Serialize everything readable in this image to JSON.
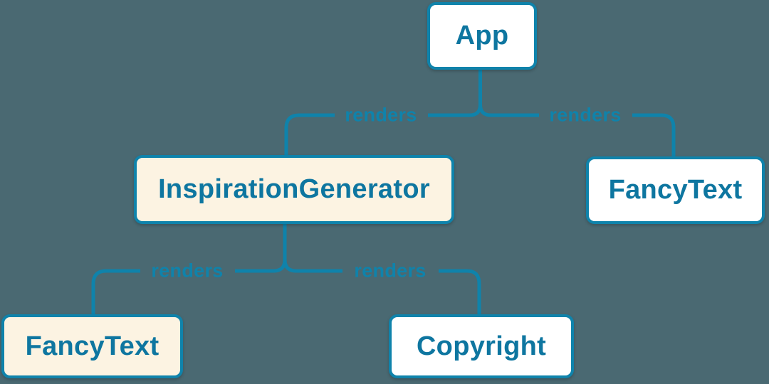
{
  "diagram": {
    "type": "component-render-tree",
    "nodes": [
      {
        "id": "app",
        "label": "App",
        "variant": "default"
      },
      {
        "id": "inspiration-generator",
        "label": "InspirationGenerator",
        "variant": "highlight"
      },
      {
        "id": "fancy-text-top",
        "label": "FancyText",
        "variant": "default"
      },
      {
        "id": "fancy-text-bottom",
        "label": "FancyText",
        "variant": "highlight"
      },
      {
        "id": "copyright",
        "label": "Copyright",
        "variant": "default"
      }
    ],
    "edges": [
      {
        "from": "App",
        "to": "InspirationGenerator",
        "label": "renders"
      },
      {
        "from": "App",
        "to": "FancyText (top)",
        "label": "renders"
      },
      {
        "from": "InspirationGenerator",
        "to": "FancyText (bottom)",
        "label": "renders"
      },
      {
        "from": "InspirationGenerator",
        "to": "Copyright",
        "label": "renders"
      }
    ],
    "colors": {
      "background": "#4a6972",
      "connector_line": "#0f83ab",
      "node_border": "#0f83ab",
      "node_text": "#0e76a0",
      "node_background_default": "#ffffff",
      "node_background_highlight": "#fcf3e2",
      "edge_label_text": "#0f83ab"
    }
  }
}
